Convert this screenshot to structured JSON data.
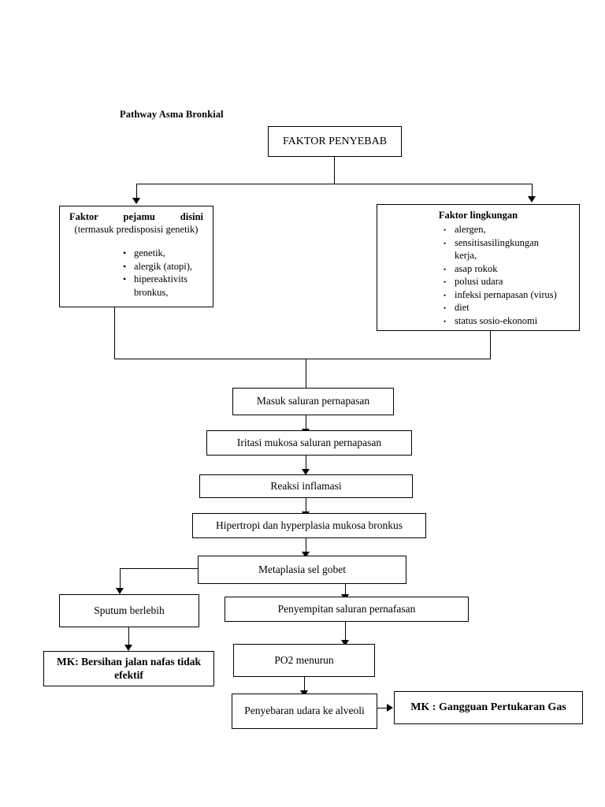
{
  "diagram": {
    "title": "Pathway Asma Bronkial",
    "root": {
      "label": "FAKTOR PENYEBAB"
    },
    "host_factor": {
      "heading": "Faktor pejamu disini",
      "subheading": "(termasuk predisposisi genetik)",
      "items": [
        "genetik,",
        "alergik (atopi),",
        "hipereaktivits bronkus,"
      ]
    },
    "environment_factor": {
      "heading": "Faktor lingkungan",
      "items": [
        "alergen,",
        "sensitisasi lingkungan kerja,",
        "asap rokok",
        "polusi udara",
        "infeksi pernapasan (virus)",
        "diet",
        "status sosio-ekonomi"
      ],
      "item2_line1_a": "sensitisasi",
      "item2_line1_b": "lingkungan",
      "item2_line2": "kerja,"
    },
    "chain": [
      {
        "label": "Masuk saluran pernapasan"
      },
      {
        "label": "Iritasi mukosa saluran pernapasan"
      },
      {
        "label": "Reaksi inflamasi"
      },
      {
        "label": "Hipertropi dan hyperplasia mukosa bronkus"
      },
      {
        "label": "Metaplasia sel gobet"
      },
      {
        "label": "Penyempitan saluran pernafasan"
      },
      {
        "label": "PO2 menurun"
      },
      {
        "label": "Penyebaran udara ke alveoli"
      }
    ],
    "branch": {
      "sputum": "Sputum berlebih",
      "mk_airway": "MK: Bersihan jalan nafas tidak efektif",
      "mk_gas": "MK : Gangguan Pertukaran Gas"
    },
    "colors": {
      "line": "#000000",
      "box_border": "#000000",
      "background": "#ffffff"
    }
  }
}
